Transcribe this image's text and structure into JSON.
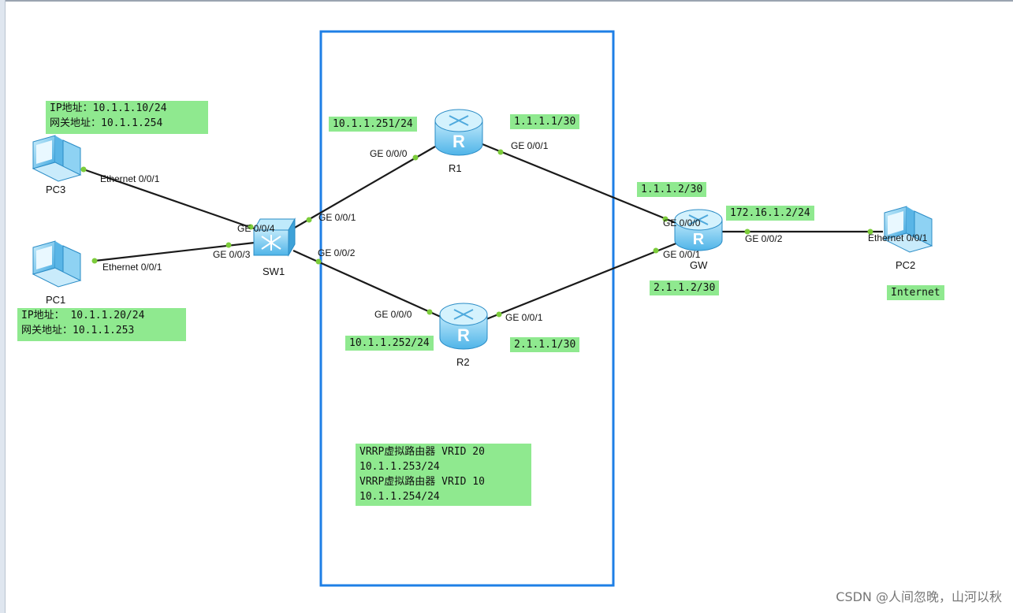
{
  "devices": {
    "pc3": "PC3",
    "pc1": "PC1",
    "sw1": "SW1",
    "r1": "R1",
    "r2": "R2",
    "gw": "GW",
    "pc2": "PC2"
  },
  "ports": {
    "pc3_eth": "Ethernet 0/0/1",
    "pc1_eth": "Ethernet 0/0/1",
    "sw1_ge4": "GE 0/0/4",
    "sw1_ge3": "GE 0/0/3",
    "sw1_ge1": "GE 0/0/1",
    "sw1_ge2": "GE 0/0/2",
    "r1_ge0": "GE 0/0/0",
    "r1_ge1": "GE 0/0/1",
    "r2_ge0": "GE 0/0/0",
    "r2_ge1": "GE 0/0/1",
    "gw_ge0": "GE 0/0/0",
    "gw_ge1": "GE 0/0/1",
    "gw_ge2": "GE 0/0/2",
    "pc2_eth": "Ethernet 0/0/1"
  },
  "labels": {
    "pc3_ip": "IP地址：10.1.1.10/24",
    "pc3_gw": "网关地址：10.1.1.254",
    "pc1_ip": "IP地址： 10.1.1.20/24",
    "pc1_gw": "网关地址：10.1.1.253",
    "r1_lan": "10.1.1.251/24",
    "r1_wan": "1.1.1.1/30",
    "r2_lan": "10.1.1.252/24",
    "r2_wan": "2.1.1.1/30",
    "gw_ge0_ip": "1.1.1.2/30",
    "gw_ge1_ip": "2.1.1.2/30",
    "gw_ge2_ip": "172.16.1.2/24",
    "internet": "Internet",
    "vrrp_line1": "VRRP虚拟路由器 VRID 20",
    "vrrp_line2": "10.1.1.253/24",
    "vrrp_line3": "VRRP虚拟路由器 VRID 10",
    "vrrp_line4": "10.1.1.254/24"
  },
  "watermark": "CSDN @人间忽晚，山河以秋",
  "colors": {
    "label_bg": "#8fe98f",
    "vrrp_box": "#1e7fe6",
    "link": "#1a1a1a",
    "port_dot": "#7ccc3a"
  },
  "icons": {
    "pc": "pc-icon",
    "switch": "switch-icon",
    "router": "router-icon"
  }
}
